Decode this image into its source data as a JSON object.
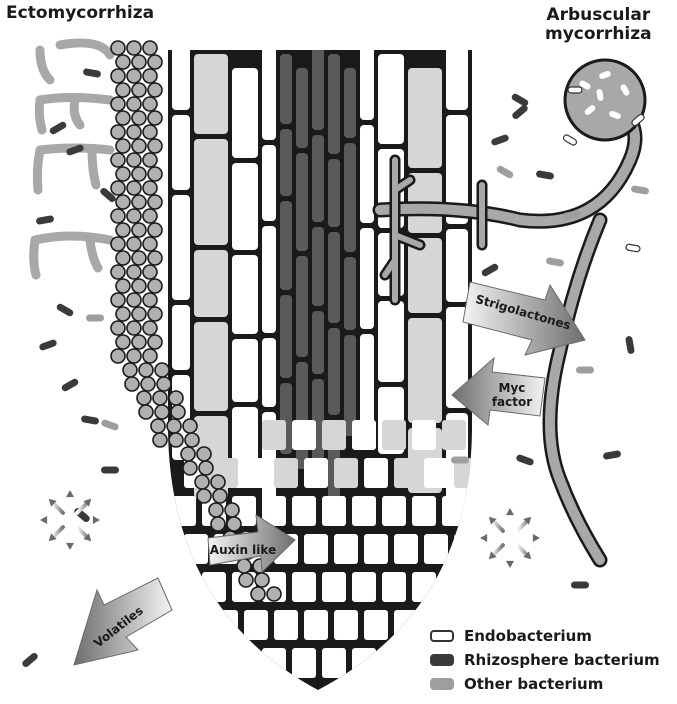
{
  "titles": {
    "left": "Ectomycorrhiza",
    "right_line1": "Arbuscular",
    "right_line2": "mycorrhiza"
  },
  "signals": {
    "strigolactones": "Strigolactones",
    "myc_line1": "Myc",
    "myc_line2": "factor",
    "auxin": "Auxin like",
    "volatiles": "Volatiles"
  },
  "legend": [
    {
      "label": "Endobacterium",
      "color": "#ffffff",
      "border": "#333333"
    },
    {
      "label": "Rhizosphere bacterium",
      "color": "#3a3a3a",
      "border": "#3a3a3a"
    },
    {
      "label": "Other bacterium",
      "color": "#9e9e9e",
      "border": "#9e9e9e"
    }
  ],
  "colors": {
    "root_outline": "#1a1a1a",
    "cortex_cell": "#d6d6d6",
    "stele_cell": "#5a5a5a",
    "fungus": "#a8a8a8",
    "arrow_dark": "#6a6a6a"
  }
}
